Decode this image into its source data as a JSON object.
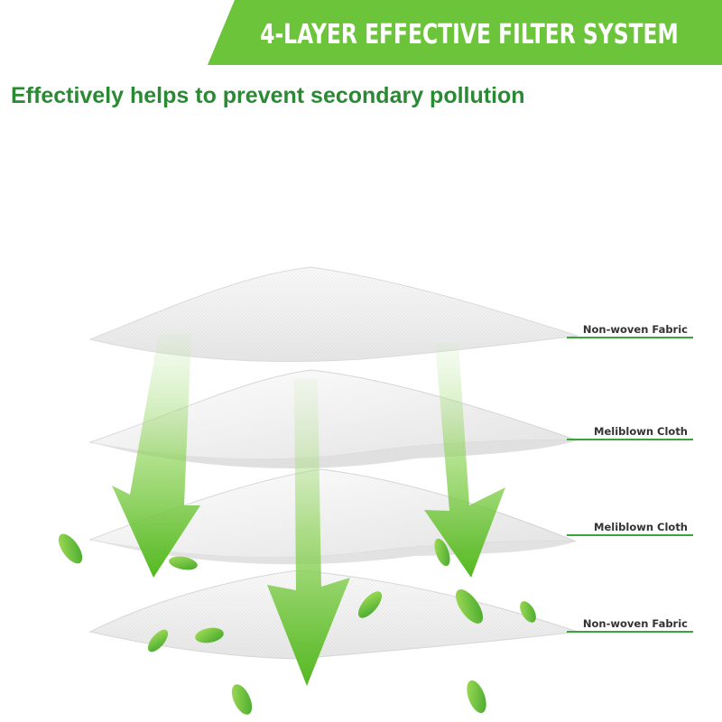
{
  "banner": {
    "title": "4-LAYER EFFECTIVE FILTER SYSTEM"
  },
  "subtitle": "Effectively helps to prevent secondary pollution",
  "layers": [
    {
      "label": "Non-woven Fabric"
    },
    {
      "label": "Meliblown Cloth"
    },
    {
      "label": "Meliblown Cloth"
    },
    {
      "label": "Non-woven Fabric"
    }
  ],
  "colors": {
    "accent_green": "#6cc43a",
    "text_green": "#2a8a33",
    "label_text": "#333333"
  }
}
